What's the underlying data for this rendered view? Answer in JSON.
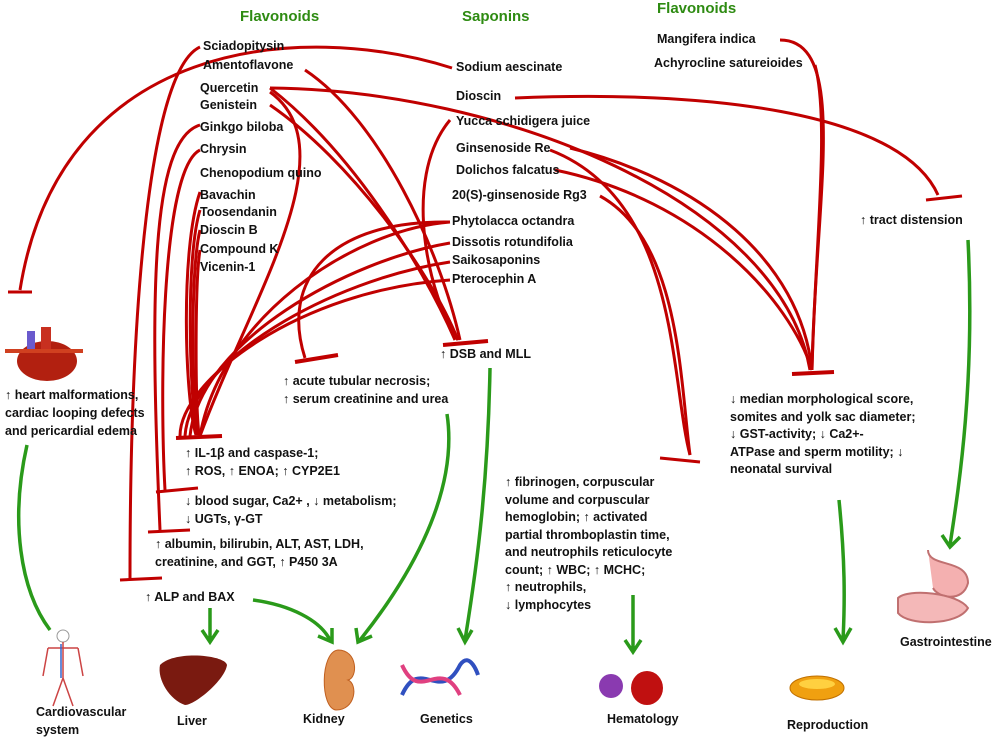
{
  "headers": {
    "left": "Flavonoids",
    "middle": "Saponins",
    "right": "Flavonoids"
  },
  "compounds_left": [
    "Sciadopitysin",
    "Amentoflavone",
    "Quercetin",
    "Genistein",
    "Ginkgo biloba",
    "Chrysin",
    "Chenopodium quino",
    "Bavachin",
    "Toosendanin",
    "Dioscin B",
    "Compound K",
    "Vicenin-1"
  ],
  "compounds_middle": [
    "Sodium aescinate",
    "Dioscin",
    "Yucca schidigera juice",
    "Ginsenoside Re",
    "Dolichos falcatus",
    "20(S)-ginsenoside Rg3",
    "Phytolacca octandra",
    "Dissotis rotundifolia",
    "Saikosaponins",
    "Pterocephin A"
  ],
  "compounds_right": [
    "Mangifera indica",
    "Achyrocline satureioides"
  ],
  "effects": {
    "tract": "↑ tract distension",
    "heart": "↑ heart malformations,\ncardiac looping defects\nand pericardial edema",
    "kidney": "↑ acute tubular necrosis;\n↑ serum creatinine and urea",
    "dsb": "↑ DSB and MLL",
    "il1b": "↑ IL-1β and caspase-1;\n↑ ROS, ↑ ENOA; ↑ CYP2E1",
    "blood_sugar": "↓ blood sugar, Ca2+ , ↓ metabolism;\n↓ UGTs, γ-GT",
    "albumin": "↑ albumin, bilirubin, ALT, AST, LDH,\ncreatinine, and GGT, ↑ P450 3A",
    "alp": "↑ ALP and BAX",
    "hematology": "↑ fibrinogen, corpuscular\nvolume and corpuscular\nhemoglobin; ↑ activated\npartial thromboplastin time,\nand neutrophils reticulocyte\ncount; ↑ WBC; ↑ MCHC;\n↑ neutrophils,\n↓ lymphocytes",
    "reproduction": "↓ median morphological score,\nsomites and yolk sac diameter;\n↓ GST-activity; ↓ Ca2+-\nATPase and  sperm motility; ↓\nneonatal survival"
  },
  "organs": {
    "cardio": "Cardiovascular\nsystem",
    "liver": "Liver",
    "kidney": "Kidney",
    "genetics": "Genetics",
    "hematology": "Hematology",
    "reproduction": "Reproduction",
    "gastro": "Gastrointestine"
  },
  "colors": {
    "inhibit": "#c00000",
    "leads_to": "#2a9a1a",
    "header": "#2e8b12"
  }
}
